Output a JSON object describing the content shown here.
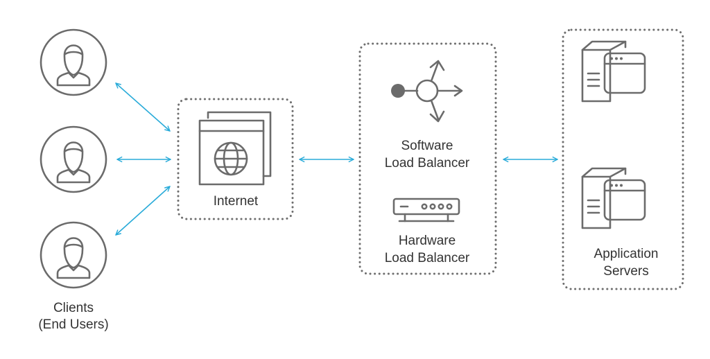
{
  "clients": {
    "label_line1": "Clients",
    "label_line2": "(End Users)"
  },
  "internet": {
    "label": "Internet"
  },
  "load_balancers": {
    "software_line1": "Software",
    "software_line2": "Load Balancer",
    "hardware_line1": "Hardware",
    "hardware_line2": "Load Balancer"
  },
  "app_servers": {
    "label_line1": "Application",
    "label_line2": "Servers"
  },
  "colors": {
    "arrow": "#29abd9",
    "icon": "#6b6b6b",
    "text": "#333333"
  }
}
